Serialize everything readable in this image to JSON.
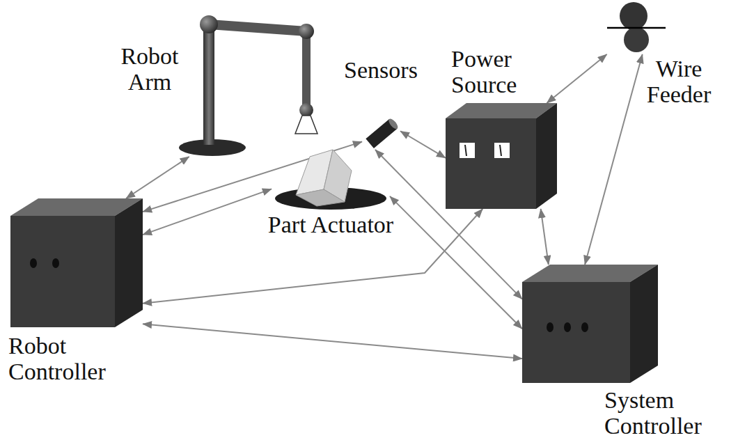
{
  "diagram": {
    "nodes": [
      {
        "text": [
          "Robot Arm"
        ]
      },
      {
        "text": [
          "Sensors"
        ]
      },
      {
        "text": [
          "Power Source"
        ]
      },
      {
        "text": [
          "Wire Feeder"
        ]
      },
      {
        "text": [
          "Part Actuator"
        ]
      },
      {
        "text": [
          "Robot Controller"
        ]
      },
      {
        "text": [
          "System Controller"
        ]
      }
    ],
    "edges": [
      {
        "from": 5,
        "to": 0,
        "arrow": "both"
      },
      {
        "from": 5,
        "to": 1,
        "arrow": "both"
      },
      {
        "from": 5,
        "to": 4,
        "arrow": "both"
      },
      {
        "from": 5,
        "to": 2,
        "arrow": "both"
      },
      {
        "from": 5,
        "to": 6,
        "arrow": "both"
      },
      {
        "from": 1,
        "to": 2,
        "arrow": "both"
      },
      {
        "from": 1,
        "to": 6,
        "arrow": "both"
      },
      {
        "from": 4,
        "to": 6,
        "arrow": "both"
      },
      {
        "from": 2,
        "to": 3,
        "arrow": "both"
      },
      {
        "from": 2,
        "to": 6,
        "arrow": "both"
      },
      {
        "from": 3,
        "to": 6,
        "arrow": "both"
      }
    ]
  }
}
